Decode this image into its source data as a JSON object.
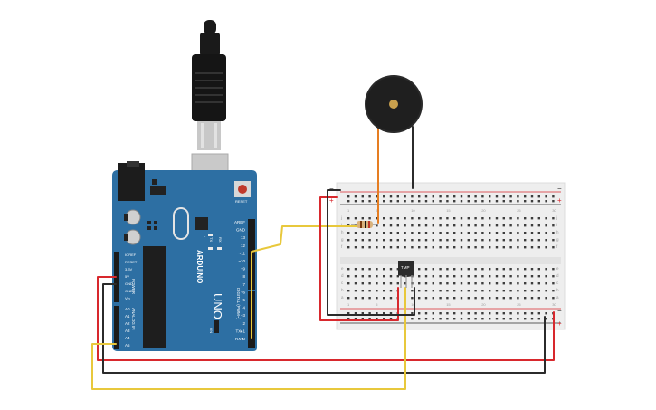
{
  "arduino": {
    "brand": "ARDUINO",
    "model": "UNO",
    "reset_label": "RESET",
    "power_header": [
      "IOREF",
      "RESET",
      "3.3V",
      "5V",
      "GND",
      "GND",
      "Vin"
    ],
    "power_title": "POWER",
    "analog_header": [
      "A0",
      "A1",
      "A2",
      "A3",
      "A4",
      "A5"
    ],
    "analog_title": "ANALOG IN",
    "digital_header": [
      "AREF",
      "GND",
      "13",
      "12",
      "~11",
      "~10",
      "~9",
      "8",
      "7",
      "~6",
      "~5",
      "4",
      "~3",
      "2",
      "TX▸1",
      "RX◂0"
    ],
    "digital_title": "DIGITAL (PWM~)",
    "led_labels": [
      "TX",
      "RX",
      "L"
    ],
    "on_label": "ON"
  },
  "sensor": {
    "label": "TMP"
  },
  "breadboard": {
    "col_numbers": [
      "1",
      "5",
      "10",
      "15",
      "20",
      "25",
      "30"
    ],
    "top_row_letters": [
      "j",
      "i",
      "h",
      "g",
      "f"
    ],
    "bottom_row_letters": [
      "e",
      "d",
      "c",
      "b",
      "a"
    ],
    "rail_plus": "+",
    "rail_minus": "−"
  },
  "colors": {
    "board": "#2d6fa3",
    "wire_red": "#d8282d",
    "wire_black": "#2b2b2b",
    "wire_yellow": "#e8c83c",
    "wire_orange": "#e67e22",
    "breadboard": "#eeeeee"
  }
}
